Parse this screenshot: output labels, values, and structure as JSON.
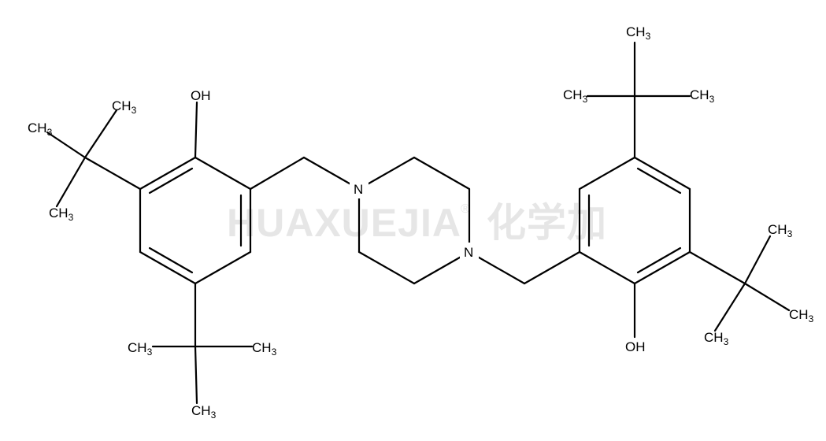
{
  "watermark": {
    "brand": "HUAXUEJIA",
    "mark": "®",
    "cn": "化学加"
  },
  "atoms": {
    "oh_left": "OH",
    "oh_right": "OH",
    "n_left": "N",
    "n_right": "N",
    "methyl_base": "CH",
    "methyl_sub": "3"
  }
}
